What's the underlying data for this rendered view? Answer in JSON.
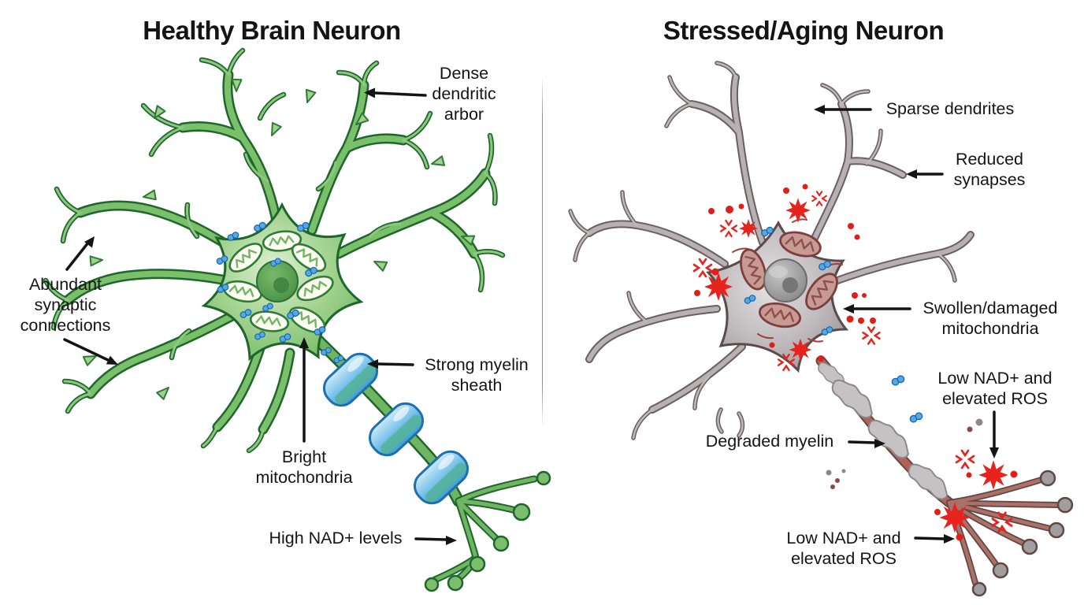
{
  "figure": {
    "left_panel": {
      "title": "Healthy Brain Neuron",
      "labels": {
        "dense_dendritic_arbor": "Dense\ndendritic\narbor",
        "abundant_synaptic_connections": "Abundant\nsynaptic\nconnections",
        "strong_myelin_sheath": "Strong myelin\nsheath",
        "bright_mitochondria": "Bright\nmitochondria",
        "high_nad_levels": "High NAD+ levels"
      }
    },
    "right_panel": {
      "title": "Stressed/Aging Neuron",
      "labels": {
        "sparse_dendrites": "Sparse dendrites",
        "reduced_synapses": "Reduced\nsynapses",
        "swollen_damaged_mitochondria": "Swollen/damaged\nmitochondria",
        "low_nad_elevated_ros_upper": "Low NAD+ and\nelevated ROS",
        "degraded_myelin": "Degraded myelin",
        "low_nad_elevated_ros_lower": "Low NAD+ and\nelevated ROS"
      }
    },
    "colors": {
      "healthy_neuron_green": "#7abf6a",
      "healthy_outline_green": "#1e662b",
      "myelin_blue": "#5fb7e6",
      "nad_molecule_blue": "#55a8e4",
      "stressed_neuron_gray": "#b7b1b3",
      "stressed_outline_gray": "#6a5e60",
      "damaged_axon_red": "#b26158",
      "ros_red": "#e8231d",
      "label_text": "#141414"
    }
  }
}
